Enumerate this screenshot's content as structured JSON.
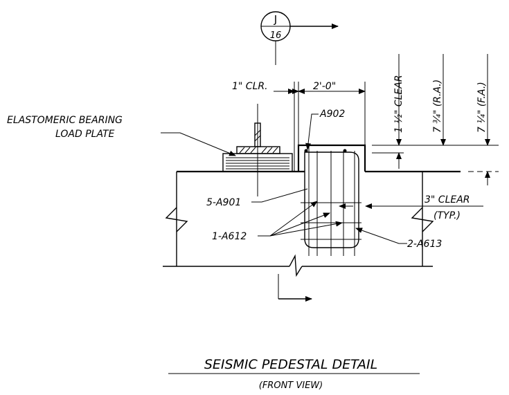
{
  "section_marker": {
    "letter": "J",
    "sheet": "16"
  },
  "dimensions": {
    "clear_1in": "1\" CLR.",
    "width_2ft": "2'-0\"",
    "clear_1_5in": "1 ½\" CLEAR",
    "ra_7_75in": "7 ¾\" (R.A.)",
    "fa_7_25in": "7 ¼\" (F.A.)",
    "clear_3in": "3\" CLEAR",
    "typical": "(TYP.)"
  },
  "labels": {
    "bearing_line1": "ELASTOMERIC BEARING",
    "bearing_line2": "LOAD PLATE",
    "a902": "A902",
    "a901": "5-A901",
    "a612": "1-A612",
    "a613": "2-A613"
  },
  "title": {
    "main": "SEISMIC PEDESTAL DETAIL",
    "sub": "(FRONT VIEW)"
  }
}
